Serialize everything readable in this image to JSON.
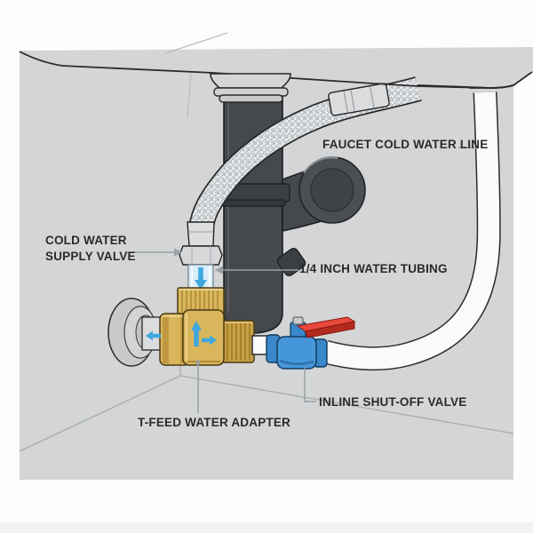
{
  "diagram": {
    "labels": {
      "faucet_line": "FAUCET COLD WATER LINE",
      "supply_valve_line1": "COLD WATER",
      "supply_valve_line2": "SUPPLY VALVE",
      "tubing": "1/4 INCH WATER TUBING",
      "shutoff_valve": "INLINE SHUT-OFF VALVE",
      "adapter": "T-FEED WATER ADAPTER"
    },
    "colors": {
      "background": "#fdfdfd",
      "wall": "#d3d5d6",
      "drain_pipe": "#45484c",
      "pipe_dark": "#3b3e41",
      "flange_outer": "#4b4e52",
      "flange_inner": "#3f4246",
      "brass": "#d9b65c",
      "brass_dark": "#c9a145",
      "chrome": "#dadcde",
      "valve_blue": "#4597d9",
      "valve_blue_dark": "#3a87c9",
      "handle_red": "#e7493c",
      "handle_red_dark": "#b32a1f",
      "tube_white": "#fbfbfb",
      "clear_tube": "#d8eef9",
      "water_blue_arrow": "#3fa7e0",
      "leader_gray": "#9aa0a3",
      "outline": "#2b2b2d",
      "text": "#2a2a2c"
    }
  }
}
